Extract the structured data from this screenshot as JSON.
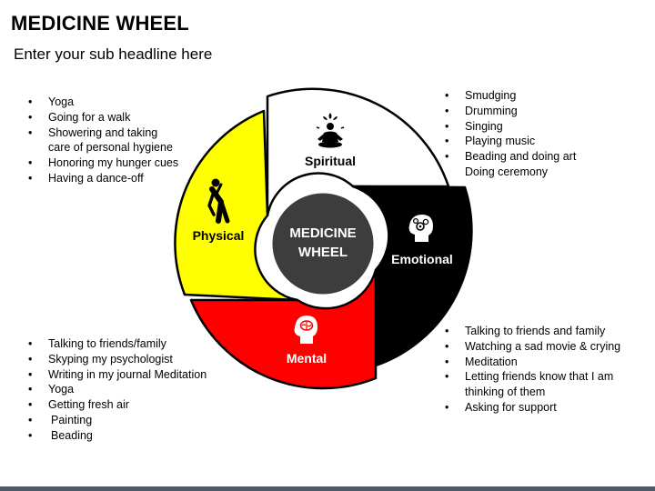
{
  "header": {
    "title": "MEDICINE WHEEL",
    "subtitle": "Enter your sub headline here"
  },
  "wheel": {
    "center_line1": "MEDICINE",
    "center_line2": "WHEEL",
    "segments": {
      "spiritual": {
        "label": "Spiritual",
        "color": "#ffffff",
        "icon": "meditation-icon"
      },
      "emotional": {
        "label": "Emotional",
        "color": "#000000",
        "icon": "head-gear-icon"
      },
      "mental": {
        "label": "Mental",
        "color": "#ff0000",
        "icon": "brain-head-icon"
      },
      "physical": {
        "label": "Physical",
        "color": "#ffff00",
        "icon": "stretching-person-icon"
      }
    }
  },
  "lists": {
    "physical": [
      "Yoga",
      "Going for a walk",
      "Showering and taking",
      "care of personal hygiene",
      "Honoring my hunger cues",
      "Having a dance-off"
    ],
    "spiritual": [
      "Smudging",
      "Drumming",
      "Singing",
      "Playing music",
      "Beading and doing art",
      "Doing ceremony"
    ],
    "mental": [
      "Talking to friends/family",
      "Skyping my psychologist",
      "Writing in my journal Meditation",
      "Yoga",
      "Getting fresh air",
      "Painting",
      "Beading"
    ],
    "emotional": [
      "Talking to friends and family",
      "Watching a sad movie & crying",
      "Meditation",
      "Letting friends know that I am",
      "thinking of them",
      "Asking for support"
    ]
  }
}
